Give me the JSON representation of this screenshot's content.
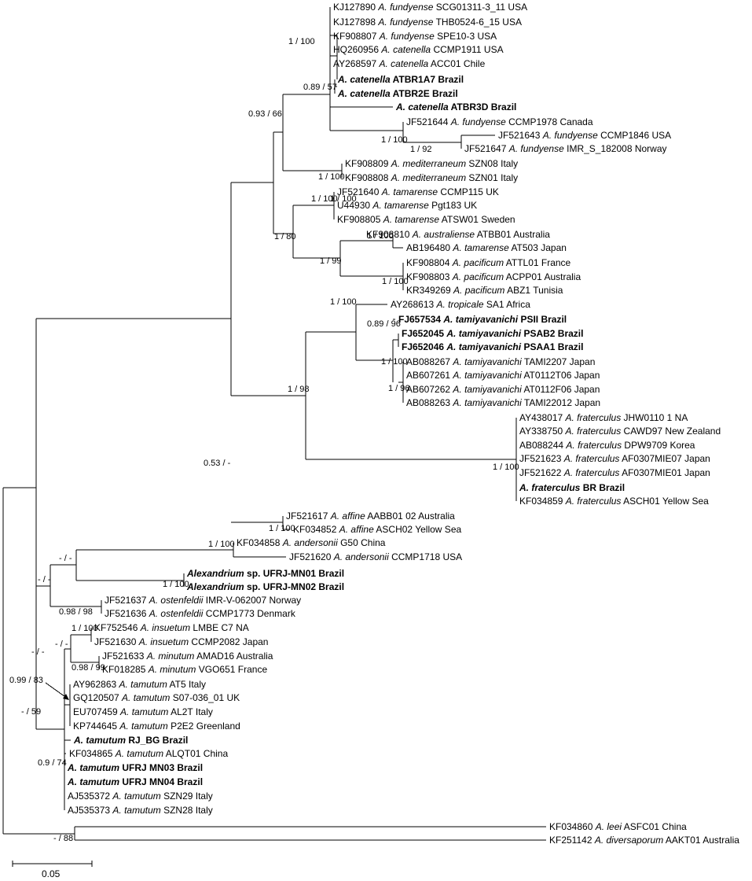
{
  "scale_bar": {
    "label": "0.05"
  },
  "taxa": [
    {
      "acc": "KJ127890",
      "species": "A. fundyense",
      "strain": "SCG01311-3_11 USA",
      "bold": false
    },
    {
      "acc": "KJ127898",
      "species": "A. fundyense",
      "strain": "THB0524-6_15 USA",
      "bold": false
    },
    {
      "acc": "KF908807",
      "species": "A. fundyense",
      "strain": "SPE10-3 USA",
      "bold": false
    },
    {
      "acc": "HQ260956",
      "species": "A. catenella",
      "strain": "CCMP1911 USA",
      "bold": false
    },
    {
      "acc": "AY268597",
      "species": "A. catenella",
      "strain": "ACC01 Chile",
      "bold": false
    },
    {
      "acc": "",
      "species": "A. catenella",
      "strain": "ATBR1A7 Brazil",
      "bold": true
    },
    {
      "acc": "",
      "species": "A. catenella",
      "strain": "ATBR2E Brazil",
      "bold": true
    },
    {
      "acc": "",
      "species": "A. catenella",
      "strain": "ATBR3D Brazil",
      "bold": true
    },
    {
      "acc": "JF521644",
      "species": "A. fundyense",
      "strain": "CCMP1978 Canada",
      "bold": false
    },
    {
      "acc": "JF521643",
      "species": "A. fundyense",
      "strain": "CCMP1846 USA",
      "bold": false
    },
    {
      "acc": "JF521647",
      "species": "A. fundyense",
      "strain": "IMR_S_182008 Norway",
      "bold": false
    },
    {
      "acc": "KF908809",
      "species": "A. mediterraneum",
      "strain": "SZN08 Italy",
      "bold": false
    },
    {
      "acc": "KF908808",
      "species": "A. mediterraneum",
      "strain": "SZN01 Italy",
      "bold": false
    },
    {
      "acc": "JF521640",
      "species": "A. tamarense",
      "strain": "CCMP115 UK",
      "bold": false
    },
    {
      "acc": "U44930",
      "species": "A. tamarense",
      "strain": "Pgt183 UK",
      "bold": false
    },
    {
      "acc": "KF908805",
      "species": "A. tamarense",
      "strain": "ATSW01 Sweden",
      "bold": false
    },
    {
      "acc": "KF908810",
      "species": "A. australiense",
      "strain": "ATBB01 Australia",
      "bold": false
    },
    {
      "acc": "AB196480",
      "species": "A. tamarense",
      "strain": "AT503 Japan",
      "bold": false
    },
    {
      "acc": "KF908804",
      "species": "A. pacificum",
      "strain": "ATTL01 France",
      "bold": false
    },
    {
      "acc": "KF908803",
      "species": "A. pacificum",
      "strain": "ACPP01 Australia",
      "bold": false
    },
    {
      "acc": "KR349269",
      "species": "A. pacificum",
      "strain": "ABZ1 Tunisia",
      "bold": false
    },
    {
      "acc": "AY268613",
      "species": "A. tropicale",
      "strain": "SA1 Africa",
      "bold": false
    },
    {
      "acc": "FJ657534",
      "species": "A. tamiyavanichi",
      "strain": "PSII Brazil",
      "bold": true
    },
    {
      "acc": "FJ652045",
      "species": "A. tamiyavanichi",
      "strain": "PSAB2 Brazil",
      "bold": true
    },
    {
      "acc": "FJ652046",
      "species": "A. tamiyavanichi",
      "strain": "PSAA1 Brazil",
      "bold": true
    },
    {
      "acc": "AB088267",
      "species": "A. tamiyavanichi",
      "strain": "TAMI2207 Japan",
      "bold": false
    },
    {
      "acc": "AB607261",
      "species": "A. tamiyavanichi",
      "strain": "AT0112T06 Japan",
      "bold": false
    },
    {
      "acc": "AB607262",
      "species": "A. tamiyavanichi",
      "strain": "AT0112F06 Japan",
      "bold": false
    },
    {
      "acc": "AB088263",
      "species": "A. tamiyavanichi",
      "strain": "TAMI22012 Japan",
      "bold": false
    },
    {
      "acc": "AY438017",
      "species": "A. fraterculus",
      "strain": "JHW0110 1 NA",
      "bold": false
    },
    {
      "acc": "AY338750",
      "species": "A. fraterculus",
      "strain": "CAWD97 New Zealand",
      "bold": false
    },
    {
      "acc": "AB088244",
      "species": "A. fraterculus",
      "strain": "DPW9709 Korea",
      "bold": false
    },
    {
      "acc": "JF521623",
      "species": "A. fraterculus",
      "strain": "AF0307MIE07 Japan",
      "bold": false
    },
    {
      "acc": "JF521622",
      "species": "A. fraterculus",
      "strain": "AF0307MIE01 Japan",
      "bold": false
    },
    {
      "acc": "",
      "species": "A. fraterculus",
      "strain": "BR Brazil",
      "bold": true
    },
    {
      "acc": "KF034859",
      "species": "A. fraterculus",
      "strain": "ASCH01 Yellow Sea",
      "bold": false
    },
    {
      "acc": "JF521617",
      "species": "A. affine",
      "strain": "AABB01 02 Australia",
      "bold": false
    },
    {
      "acc": "KF034852",
      "species": "A. affine",
      "strain": "ASCH02 Yellow Sea",
      "bold": false
    },
    {
      "acc": "KF034858",
      "species": "A. andersonii",
      "strain": "G50 China",
      "bold": false
    },
    {
      "acc": "JF521620",
      "species": "A. andersonii",
      "strain": "CCMP1718 USA",
      "bold": false
    },
    {
      "acc": "",
      "species": "Alexandrium",
      "strain": "sp. UFRJ-MN01 Brazil",
      "bold": true
    },
    {
      "acc": "",
      "species": "Alexandrium",
      "strain": "sp. UFRJ-MN02 Brazil",
      "bold": true
    },
    {
      "acc": "JF521637",
      "species": "A. ostenfeldii",
      "strain": "IMR-V-062007 Norway",
      "bold": false
    },
    {
      "acc": "JF521636",
      "species": "A. ostenfeldii",
      "strain": "CCMP1773 Denmark",
      "bold": false
    },
    {
      "acc": "KF752546",
      "species": "A. insuetum",
      "strain": "LMBE C7 NA",
      "bold": false
    },
    {
      "acc": "JF521630",
      "species": "A. insuetum",
      "strain": "CCMP2082 Japan",
      "bold": false
    },
    {
      "acc": "JF521633",
      "species": "A. minutum",
      "strain": "AMAD16 Australia",
      "bold": false
    },
    {
      "acc": "KF018285",
      "species": "A. minutum",
      "strain": "VGO651 France",
      "bold": false
    },
    {
      "acc": "AY962863",
      "species": "A. tamutum",
      "strain": "AT5 Italy",
      "bold": false
    },
    {
      "acc": "GQ120507",
      "species": "A. tamutum",
      "strain": "S07-036_01 UK",
      "bold": false
    },
    {
      "acc": "EU707459",
      "species": "A. tamutum",
      "strain": "AL2T Italy",
      "bold": false
    },
    {
      "acc": "KP744645",
      "species": "A. tamutum",
      "strain": "P2E2 Greenland",
      "bold": false
    },
    {
      "acc": "",
      "species": "A. tamutum",
      "strain": "RJ_BG Brazil",
      "bold": true
    },
    {
      "acc": "KF034865",
      "species": "A. tamutum",
      "strain": "ALQT01 China",
      "bold": false
    },
    {
      "acc": "",
      "species": "A. tamutum",
      "strain": "UFRJ MN03 Brazil",
      "bold": true
    },
    {
      "acc": "",
      "species": "A. tamutum",
      "strain": "UFRJ MN04 Brazil",
      "bold": true
    },
    {
      "acc": "AJ535372",
      "species": "A. tamutum",
      "strain": "SZN29 Italy",
      "bold": false
    },
    {
      "acc": "AJ535373",
      "species": "A. tamutum",
      "strain": "SZN28 Italy",
      "bold": false
    },
    {
      "acc": "KF034860",
      "species": "A. leei",
      "strain": "ASFC01 China",
      "bold": false
    },
    {
      "acc": "KF251142",
      "species": "A. diversaporum",
      "strain": "AAKT01 Australia",
      "bold": false
    }
  ],
  "supports": [
    "1 / 100",
    "0.89 / 57",
    "0.93 / 66",
    "1 / 100",
    "1 / 92",
    "1 / 100",
    "1 / 100",
    "1 / 100",
    "1 / 80",
    "1 / 100",
    "1 / 99",
    "1 / 100",
    "1 / 100",
    "0.89 / 96",
    "1 / 100",
    "1 / 96",
    "1 / 98",
    "1 / 100",
    "0.53 / -",
    "1 / 100",
    "1 / 100",
    "- / -",
    "1 / 100",
    "- / -",
    "0.98 / 98",
    "1 / 100",
    "0.98 / 99",
    "- / -",
    "- / -",
    "0.99 / 83",
    "- / 59",
    "0.9 / 74",
    "- / 88"
  ]
}
